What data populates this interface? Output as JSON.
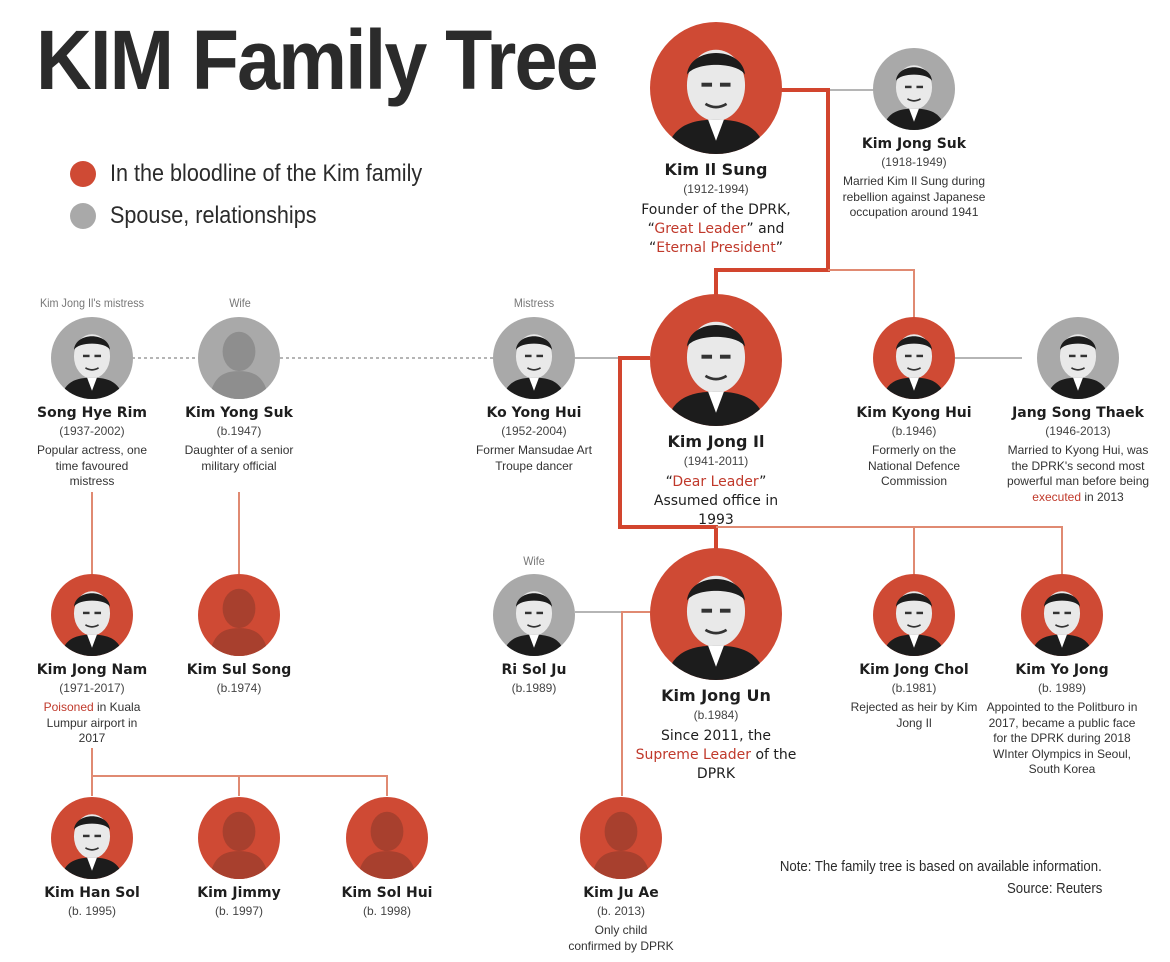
{
  "title": "KIM Family Tree",
  "legend": [
    {
      "label": "In the bloodline of the Kim family",
      "color": "#cf4a34"
    },
    {
      "label": "Spouse, relationships",
      "color": "#a9a9a9"
    }
  ],
  "colors": {
    "bloodline": "#cf4a34",
    "spouse": "#a9a9a9",
    "line": "#e08a72",
    "line_main": "#d2452e",
    "highlight": "#c0392b"
  },
  "relation_labels": {
    "mistress_of_kji": "Kim Jong Il's mistress",
    "wife_1": "Wife",
    "mistress": "Mistress",
    "wife_2": "Wife"
  },
  "people": {
    "kim_il_sung": {
      "name": "Kim Il Sung",
      "years": "(1912-1994)",
      "desc_pre": "Founder of the DPRK,\n“",
      "desc_hl1": "Great Leader",
      "desc_mid": "” and\n“",
      "desc_hl2": "Eternal President",
      "desc_post": "”"
    },
    "kim_jong_suk": {
      "name": "Kim Jong Suk",
      "years": "(1918-1949)",
      "desc": "Married Kim Il Sung during rebellion against Japanese occupation around 1941"
    },
    "song_hye_rim": {
      "name": "Song Hye  Rim",
      "years": "(1937-2002)",
      "desc": "Popular actress, one time favoured mistress"
    },
    "kim_yong_suk": {
      "name": "Kim Yong Suk",
      "years": "(b.1947)",
      "desc": "Daughter of a senior military official"
    },
    "ko_yong_hui": {
      "name": "Ko Yong Hui",
      "years": "(1952-2004)",
      "desc": "Former Mansudae Art Troupe dancer"
    },
    "kim_jong_il": {
      "name": "Kim Jong Il",
      "years": "(1941-2011)",
      "desc_pre": "“",
      "desc_hl": "Dear Leader",
      "desc_post": "” Assumed office in 1993"
    },
    "kim_kyong_hui": {
      "name": "Kim Kyong Hui",
      "years": "(b.1946)",
      "desc": "Formerly on the National Defence Commission"
    },
    "jang_song_thaek": {
      "name": "Jang Song Thaek",
      "years": "(1946-2013)",
      "desc_pre": "Married to Kyong Hui, was the DPRK's second most powerful man before being ",
      "desc_hl": "executed",
      "desc_post": " in 2013"
    },
    "kim_jong_nam": {
      "name": "Kim Jong Nam",
      "years": "(1971-2017)",
      "desc_hl": "Poisoned",
      "desc_post": " in Kuala Lumpur airport in 2017"
    },
    "kim_sul_song": {
      "name": "Kim Sul Song",
      "years": "(b.1974)"
    },
    "ri_sol_ju": {
      "name": "Ri Sol Ju",
      "years": "(b.1989)"
    },
    "kim_jong_un": {
      "name": "Kim Jong Un",
      "years": "(b.1984)",
      "desc_pre": "Since 2011, the ",
      "desc_hl": "Supreme Leader",
      "desc_post": " of the DPRK"
    },
    "kim_jong_chol": {
      "name": "Kim Jong Chol",
      "years": "(b.1981)",
      "desc": "Rejected as heir by Kim Jong Il"
    },
    "kim_yo_jong": {
      "name": "Kim Yo Jong",
      "years": "(b. 1989)",
      "desc": "Appointed to the Politburo in 2017, became a public face for the DPRK during 2018 WInter Olympics in Seoul, South Korea"
    },
    "kim_han_sol": {
      "name": "Kim Han Sol",
      "years": "(b. 1995)"
    },
    "kim_jimmy": {
      "name": "Kim Jimmy",
      "years": "(b. 1997)"
    },
    "kim_sol_hui": {
      "name": "Kim Sol Hui",
      "years": "(b. 1998)"
    },
    "kim_ju_ae": {
      "name": "Kim Ju Ae",
      "years": "(b. 2013)",
      "desc": "Only child confirmed by DPRK"
    }
  },
  "note": "Note: The family tree is based on available information.",
  "source": "Source: Reuters"
}
